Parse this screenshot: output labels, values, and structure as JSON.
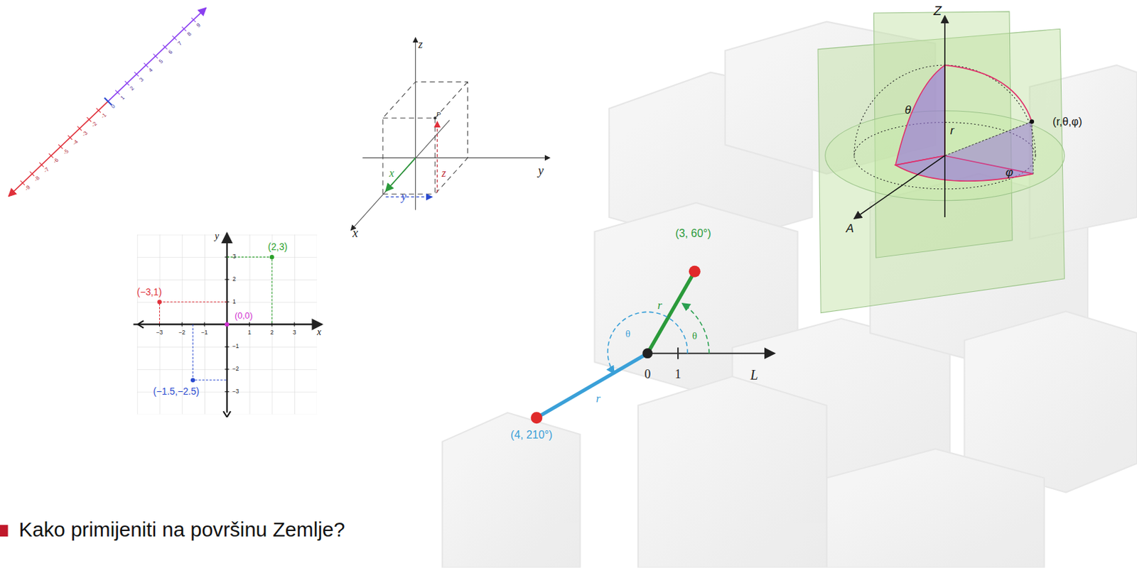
{
  "diagram": {
    "labels": [
      "-9",
      "-8",
      "-7",
      "-6",
      "-5",
      "-4",
      "-3",
      "-2",
      "-1",
      "0",
      "1",
      "2",
      "3",
      "4",
      "5",
      "6",
      "7",
      "8",
      "9",
      "z",
      "y",
      "x",
      "P",
      "x",
      "y",
      "z",
      "y",
      "x",
      "(2,3)",
      "(−3,1)",
      "(0,0)",
      "(−1.5,−2.5)",
      "−3",
      "−2",
      "−1",
      "1",
      "2",
      "3",
      "3",
      "2",
      "1",
      "−1",
      "−2",
      "−3",
      "(3, 60°)",
      "r",
      "θ",
      "θ",
      "r",
      "0",
      "1",
      "L",
      "(4, 210°)",
      "Z",
      "θ",
      "r",
      "(r,θ,φ)",
      "φ",
      "A",
      "Kako primijeniti na površinu Zemlje?"
    ]
  }
}
